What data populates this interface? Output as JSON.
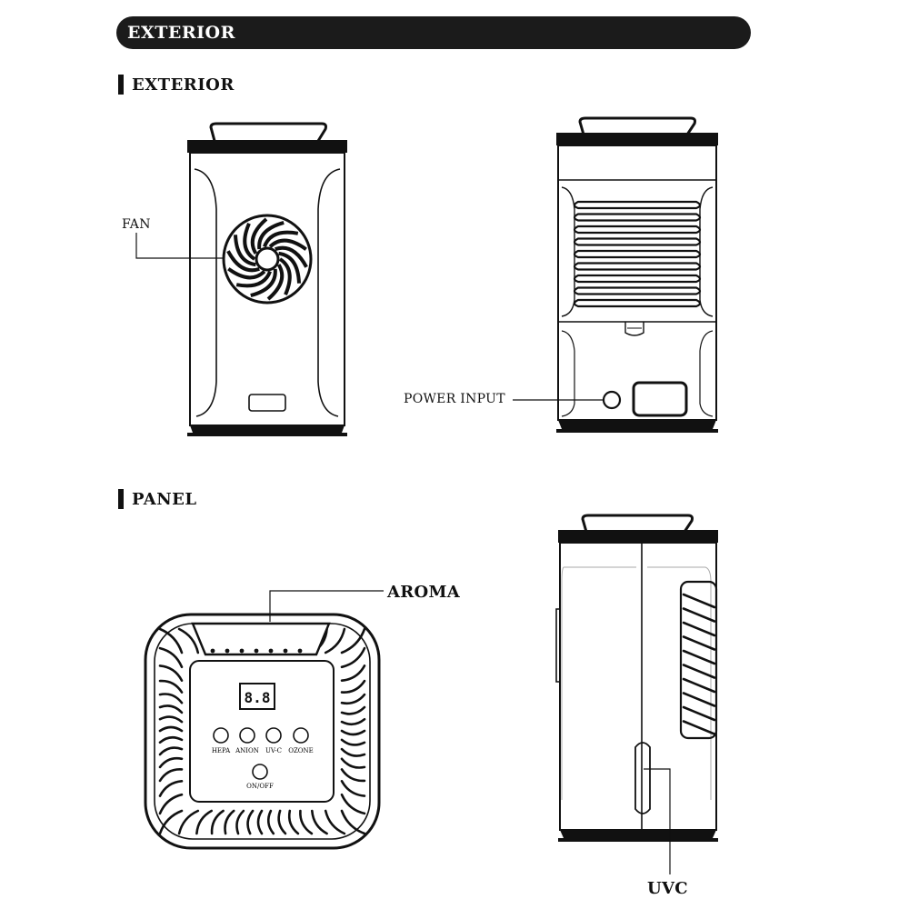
{
  "banner": {
    "title": "EXTERIOR"
  },
  "sections": {
    "exterior": "EXTERIOR",
    "panel": "PANEL"
  },
  "callouts": {
    "fan": "FAN",
    "power_input": "POWER INPUT",
    "aroma": "AROMA",
    "uvc": "UVC"
  },
  "panel": {
    "display_digits": "8.8",
    "buttons": [
      "HEPA",
      "ANION",
      "UV-C",
      "OZONE"
    ],
    "power_button": "ON/OFF"
  }
}
